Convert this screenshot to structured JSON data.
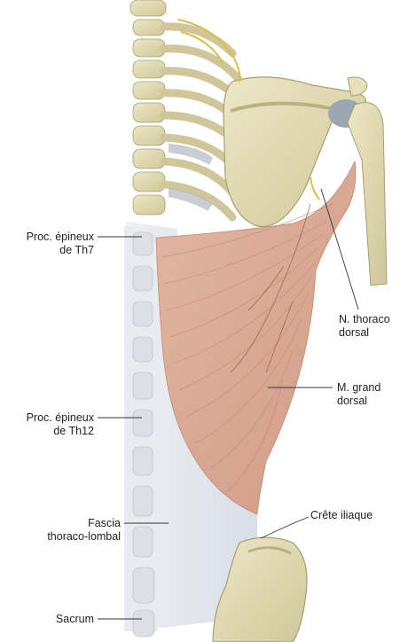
{
  "labels": {
    "proc_th7": {
      "line1": "Proc. épineux",
      "line2": "de Th7"
    },
    "proc_th12": {
      "line1": "Proc. épineux",
      "line2": "de Th12"
    },
    "fascia": {
      "line1": "Fascia",
      "line2": "thoraco-lombal"
    },
    "sacrum": {
      "line1": "Sacrum"
    },
    "n_thoraco": {
      "line1": "N. thoraco",
      "line2": "dorsal"
    },
    "m_grand": {
      "line1": "M. grand",
      "line2": "dorsal"
    },
    "crete": {
      "line1": "Crête iliaque"
    }
  },
  "colors": {
    "bone": "#e2ddb2",
    "bone_shadow": "#b9b184",
    "muscle": "#d9a894",
    "muscle_line": "#b97f69",
    "fascia": "#e6e8ee",
    "nerve": "#d8c04a",
    "leader": "#333333"
  }
}
